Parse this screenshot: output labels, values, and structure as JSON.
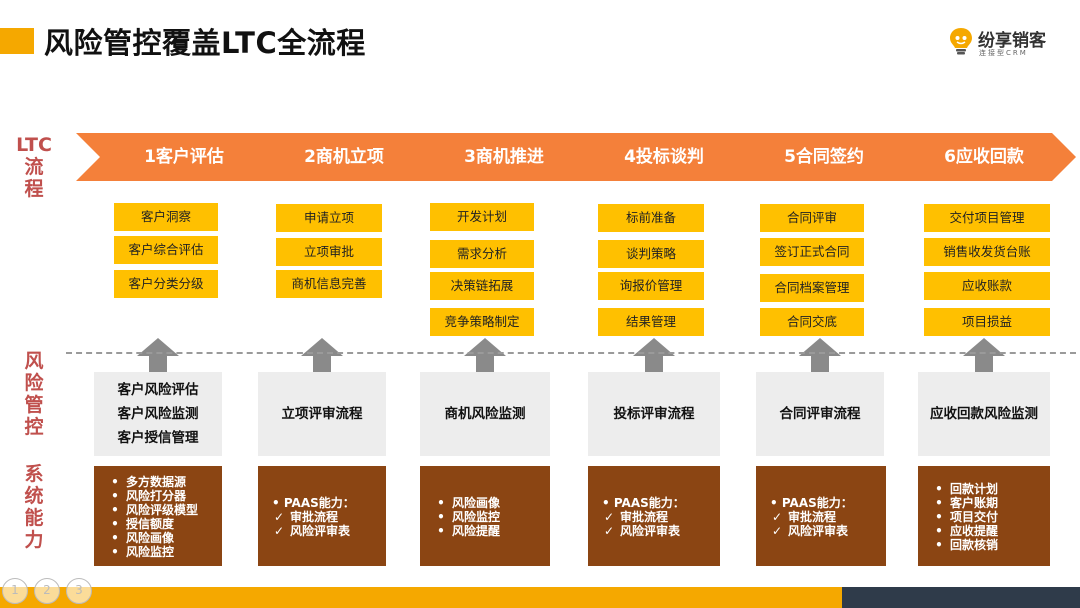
{
  "title": "风险管控覆盖LTC全流程",
  "logo": {
    "name": "纷享销客",
    "sub": "连接型CRM",
    "icon": "lightbulb-face-icon"
  },
  "side_labels": {
    "ltc_line1": "LTC",
    "ltc_line2": "流",
    "ltc_line3": "程",
    "risk": [
      "风",
      "险",
      "管",
      "控"
    ],
    "system": [
      "系",
      "统",
      "能",
      "力"
    ]
  },
  "stages": [
    {
      "label": "1客户评估",
      "tasks": [
        "客户洞察",
        "客户综合评估",
        "客户分类分级"
      ],
      "risk": [
        "客户风险评估",
        "客户风险监测",
        "客户授信管理"
      ],
      "system": {
        "caption": "",
        "items": [
          "多方数据源",
          "风险打分器",
          "风险评级模型",
          "授信额度",
          "风险画像",
          "风险监控"
        ],
        "bullet": "•"
      }
    },
    {
      "label": "2商机立项",
      "tasks": [
        "申请立项",
        "立项审批",
        "商机信息完善"
      ],
      "risk": [
        "立项评审流程"
      ],
      "system": {
        "caption": "• PAAS能力：",
        "items": [
          "审批流程",
          "风险评审表"
        ],
        "bullet": "✓"
      }
    },
    {
      "label": "3商机推进",
      "tasks": [
        "开发计划",
        "需求分析",
        "决策链拓展",
        "竞争策略制定"
      ],
      "risk": [
        "商机风险监测"
      ],
      "system": {
        "caption": "",
        "items": [
          "风险画像",
          "风险监控",
          "风险提醒"
        ],
        "bullet": "•"
      }
    },
    {
      "label": "4投标谈判",
      "tasks": [
        "标前准备",
        "谈判策略",
        "询报价管理",
        "结果管理"
      ],
      "risk": [
        "投标评审流程"
      ],
      "system": {
        "caption": "• PAAS能力：",
        "items": [
          "审批流程",
          "风险评审表"
        ],
        "bullet": "✓"
      }
    },
    {
      "label": "5合同签约",
      "tasks": [
        "合同评审",
        "签订正式合同",
        "合同档案管理",
        "合同交底"
      ],
      "risk": [
        "合同评审流程"
      ],
      "system": {
        "caption": "• PAAS能力：",
        "items": [
          "审批流程",
          "风险评审表"
        ],
        "bullet": "✓"
      }
    },
    {
      "label": "6应收回款",
      "tasks": [
        "交付项目管理",
        "销售收发货台账",
        "应收账款",
        "项目损益"
      ],
      "risk": [
        "应收回款风险监测"
      ],
      "system": {
        "caption": "",
        "items": [
          "回款计划",
          "客户账期",
          "项目交付",
          "应收提醒",
          "回款核销"
        ],
        "bullet": "•"
      }
    }
  ],
  "nav": [
    "1",
    "2",
    "3"
  ],
  "colors": {
    "accent": "#F5A800",
    "arrow": "#F4803A",
    "task": "#FFC000",
    "risk_bg": "#EDEDED",
    "system_bg": "#8B4513",
    "side_label": "#C0504D",
    "footer_dark": "#2F3B4A"
  }
}
